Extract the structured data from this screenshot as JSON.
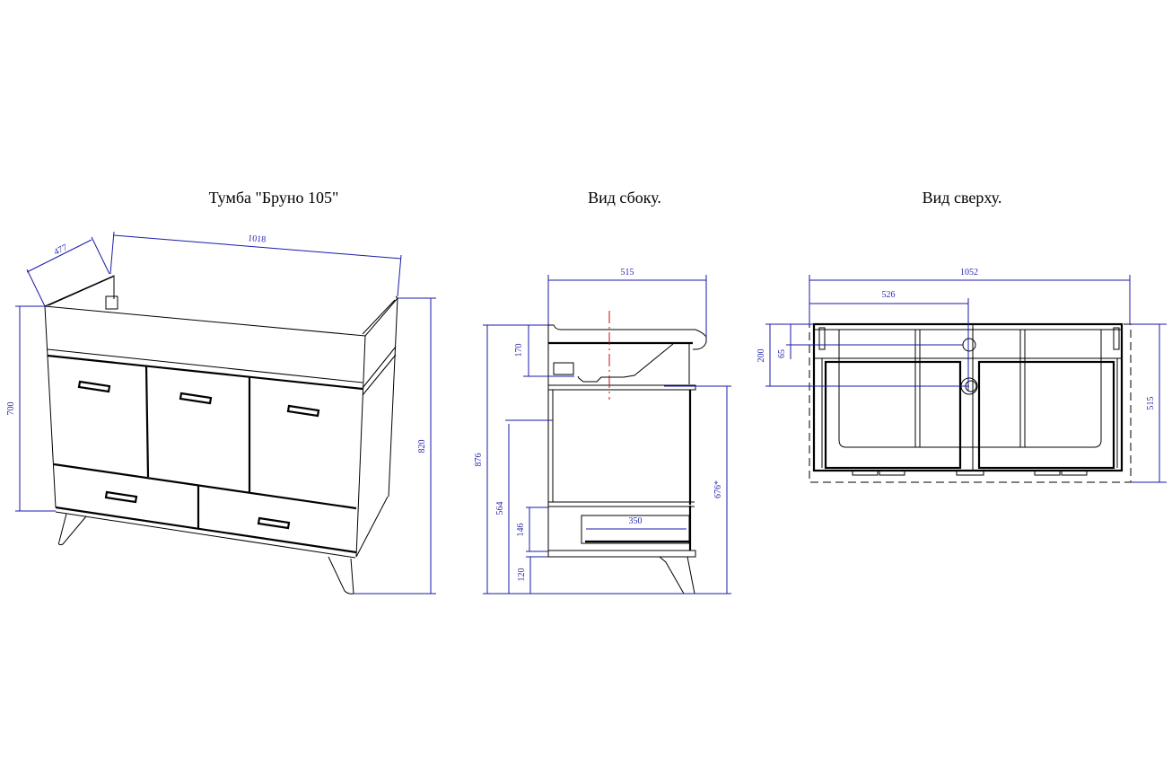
{
  "titles": {
    "iso": "Тумба \"Бруно 105\"",
    "side": "Вид сбоку.",
    "top": "Вид сверху."
  },
  "iso_dims": {
    "depth": "477",
    "width": "1018",
    "body_height": "700",
    "total_height": "820"
  },
  "side_dims": {
    "depth": "515",
    "total_height": "876",
    "basin": "170",
    "shelf_height": "564",
    "drawer": "146",
    "legs": "120",
    "siphon": "676*",
    "drawer_depth": "350"
  },
  "top_dims": {
    "width": "1052",
    "center": "526",
    "depth_200": "200",
    "depth_65": "65",
    "depth": "515"
  },
  "colors": {
    "dimension": "#1a1aa8",
    "centerline": "#c01010"
  }
}
